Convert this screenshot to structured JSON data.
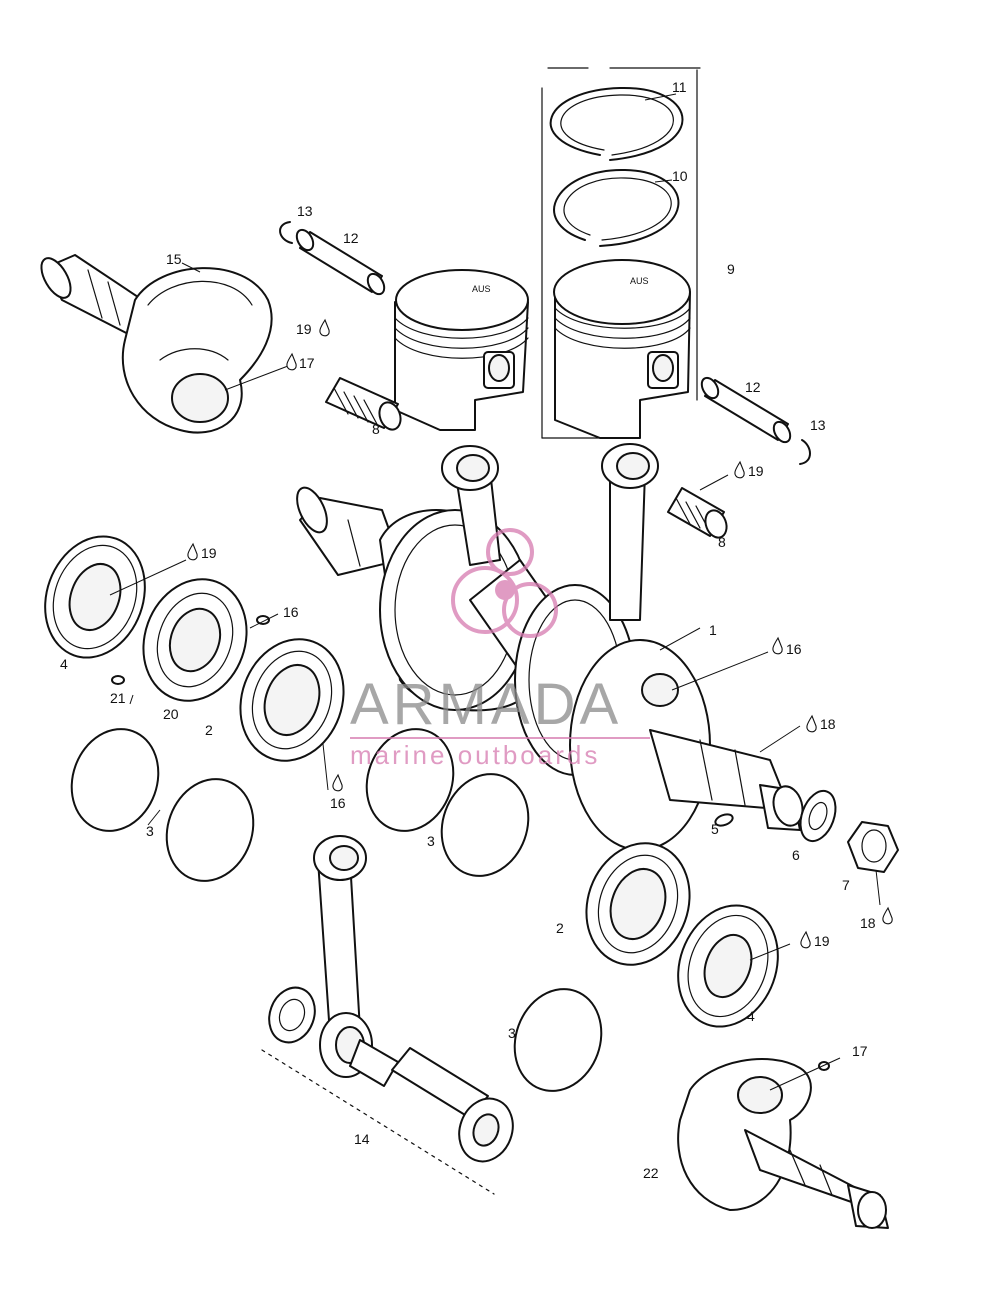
{
  "colors": {
    "line": "#111111",
    "background": "#ffffff",
    "watermark_dark": "#8a8a8a",
    "watermark_pink": "#d67ab0"
  },
  "watermark": {
    "brand": "ARMADA",
    "tagline": "marine outboards"
  },
  "callouts": [
    {
      "id": "c11a",
      "text": "11"
    },
    {
      "id": "c10",
      "text": "10"
    },
    {
      "id": "c9",
      "text": "9"
    },
    {
      "id": "c13a",
      "text": "13"
    },
    {
      "id": "c12a",
      "text": "12"
    },
    {
      "id": "c15",
      "text": "15"
    },
    {
      "id": "c19a",
      "text": "19"
    },
    {
      "id": "c17a",
      "text": "17"
    },
    {
      "id": "c8a",
      "text": "8"
    },
    {
      "id": "c12b",
      "text": "12"
    },
    {
      "id": "c13b",
      "text": "13"
    },
    {
      "id": "c19b",
      "text": "19"
    },
    {
      "id": "c8b",
      "text": "8"
    },
    {
      "id": "c19c",
      "text": "19"
    },
    {
      "id": "c16a",
      "text": "16"
    },
    {
      "id": "c4a",
      "text": "4"
    },
    {
      "id": "c21",
      "text": "21"
    },
    {
      "id": "c20",
      "text": "20"
    },
    {
      "id": "c2a",
      "text": "2"
    },
    {
      "id": "c16b",
      "text": "16"
    },
    {
      "id": "c1",
      "text": "1"
    },
    {
      "id": "c16c",
      "text": "16"
    },
    {
      "id": "c18a",
      "text": "18"
    },
    {
      "id": "c3a",
      "text": "3"
    },
    {
      "id": "c3b",
      "text": "3"
    },
    {
      "id": "c5",
      "text": "5"
    },
    {
      "id": "c6",
      "text": "6"
    },
    {
      "id": "c7",
      "text": "7"
    },
    {
      "id": "c18b",
      "text": "18"
    },
    {
      "id": "c2b",
      "text": "2"
    },
    {
      "id": "c19d",
      "text": "19"
    },
    {
      "id": "c4b",
      "text": "4"
    },
    {
      "id": "c3c",
      "text": "3"
    },
    {
      "id": "c14",
      "text": "14"
    },
    {
      "id": "c17b",
      "text": "17"
    },
    {
      "id": "c22",
      "text": "22"
    }
  ]
}
